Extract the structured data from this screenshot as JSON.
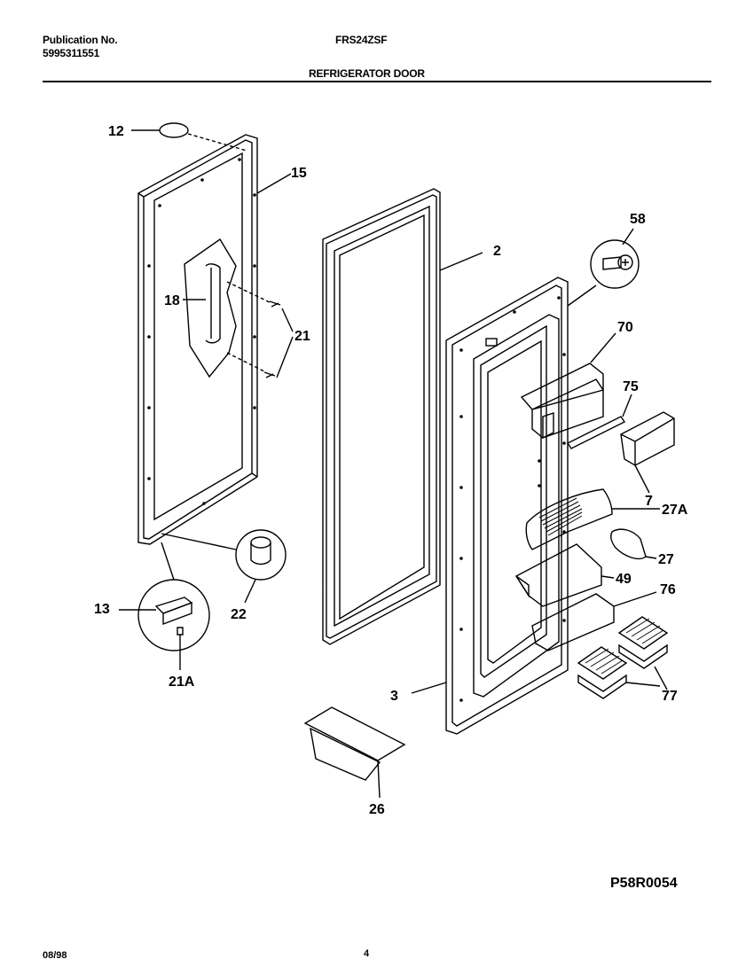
{
  "header": {
    "publication_label": "Publication No.",
    "publication_number": "5995311551",
    "model": "FRS24ZSF",
    "section_title": "REFRIGERATOR DOOR"
  },
  "callouts": {
    "c12": "12",
    "c15": "15",
    "c18": "18",
    "c21": "21",
    "c13": "13",
    "c22": "22",
    "c21a": "21A",
    "c2": "2",
    "c58": "58",
    "c70": "70",
    "c75": "75",
    "c7": "7",
    "c27a": "27A",
    "c27": "27",
    "c49": "49",
    "c76": "76",
    "c3": "3",
    "c77": "77",
    "c26": "26"
  },
  "footer": {
    "diagram_code": "P58R0054",
    "date": "08/98",
    "page_number": "4"
  }
}
